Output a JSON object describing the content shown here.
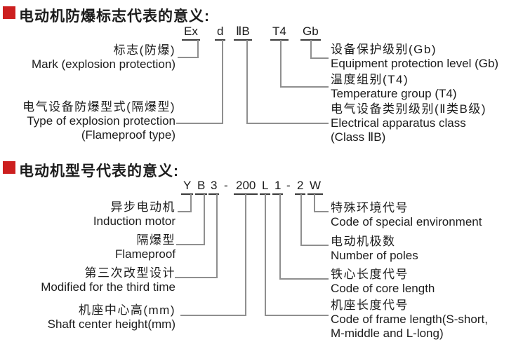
{
  "colors": {
    "accent_red": "#cc1f1f",
    "line_gray": "#8f8f8f",
    "text": "#1c1c1c"
  },
  "section1": {
    "title": "电动机防爆标志代表的意义:",
    "code": [
      "Ex",
      "d",
      "ⅡB",
      "T4",
      "Gb"
    ],
    "labels_left": [
      {
        "zh": "标志(防爆)",
        "en": "Mark (explosion protection)"
      },
      {
        "zh": "电气设备防爆型式(隔爆型)",
        "en": "Type of explosion protection",
        "en2": "(Flameproof type)"
      }
    ],
    "labels_right": [
      {
        "zh": "设备保护级别(Gb)",
        "en": "Equipment protection level (Gb)"
      },
      {
        "zh": "温度组别(T4)",
        "en": "Temperature group (T4)"
      },
      {
        "zh": "电气设备类别级别(Ⅱ类B级)",
        "en": "Electrical apparatus class",
        "en2": "(Class ⅡB)"
      }
    ]
  },
  "section2": {
    "title": "电动机型号代表的意义:",
    "code": [
      "Y",
      "B",
      "3",
      "-",
      "200",
      "L",
      "1",
      "-",
      "2",
      "W"
    ],
    "labels_left": [
      {
        "zh": "异步电动机",
        "en": "Induction motor"
      },
      {
        "zh": "隔爆型",
        "en": "Flameproof"
      },
      {
        "zh": "第三次改型设计",
        "en": "Modified for the third time"
      },
      {
        "zh": "机座中心高(mm)",
        "en": "Shaft center height(mm)"
      }
    ],
    "labels_right": [
      {
        "zh": "特殊环境代号",
        "en": "Code of special environment"
      },
      {
        "zh": "电动机极数",
        "en": "Number of poles"
      },
      {
        "zh": "铁心长度代号",
        "en": "Code of core length"
      },
      {
        "zh": "机座长度代号",
        "en": "Code of frame length(S-short,",
        "en2": "M-middle and L-long)"
      }
    ]
  }
}
